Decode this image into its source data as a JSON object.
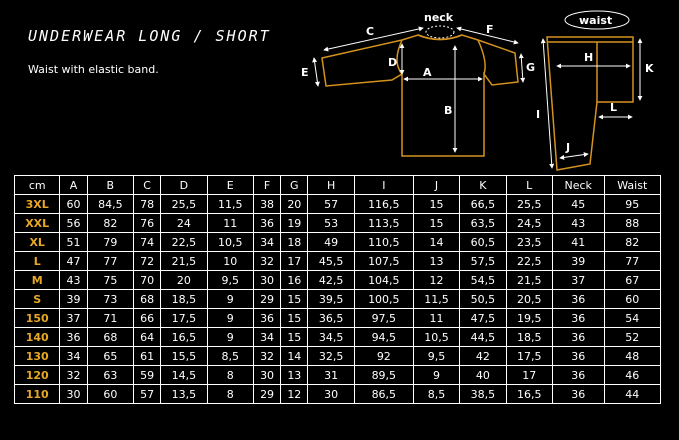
{
  "title": "UNDERWEAR LONG / SHORT",
  "subtitle": "Waist with elastic band.",
  "diagram": {
    "labels": {
      "neck": "neck",
      "waist": "waist",
      "A": "A",
      "B": "B",
      "C": "C",
      "D": "D",
      "E": "E",
      "F": "F",
      "G": "G",
      "H": "H",
      "I": "I",
      "J": "J",
      "K": "K",
      "L": "L"
    },
    "colors": {
      "garment": "#d4921e",
      "measure": "#ffffff"
    }
  },
  "table": {
    "headers": [
      "cm",
      "A",
      "B",
      "C",
      "D",
      "E",
      "F",
      "G",
      "H",
      "I",
      "J",
      "K",
      "L",
      "Neck",
      "Waist"
    ],
    "rows": [
      [
        "3XL",
        "60",
        "84,5",
        "78",
        "25,5",
        "11,5",
        "38",
        "20",
        "57",
        "116,5",
        "15",
        "66,5",
        "25,5",
        "45",
        "95"
      ],
      [
        "XXL",
        "56",
        "82",
        "76",
        "24",
        "11",
        "36",
        "19",
        "53",
        "113,5",
        "15",
        "63,5",
        "24,5",
        "43",
        "88"
      ],
      [
        "XL",
        "51",
        "79",
        "74",
        "22,5",
        "10,5",
        "34",
        "18",
        "49",
        "110,5",
        "14",
        "60,5",
        "23,5",
        "41",
        "82"
      ],
      [
        "L",
        "47",
        "77",
        "72",
        "21,5",
        "10",
        "32",
        "17",
        "45,5",
        "107,5",
        "13",
        "57,5",
        "22,5",
        "39",
        "77"
      ],
      [
        "M",
        "43",
        "75",
        "70",
        "20",
        "9,5",
        "30",
        "16",
        "42,5",
        "104,5",
        "12",
        "54,5",
        "21,5",
        "37",
        "67"
      ],
      [
        "S",
        "39",
        "73",
        "68",
        "18,5",
        "9",
        "29",
        "15",
        "39,5",
        "100,5",
        "11,5",
        "50,5",
        "20,5",
        "36",
        "60"
      ],
      [
        "150",
        "37",
        "71",
        "66",
        "17,5",
        "9",
        "36",
        "15",
        "36,5",
        "97,5",
        "11",
        "47,5",
        "19,5",
        "36",
        "54"
      ],
      [
        "140",
        "36",
        "68",
        "64",
        "16,5",
        "9",
        "34",
        "15",
        "34,5",
        "94,5",
        "10,5",
        "44,5",
        "18,5",
        "36",
        "52"
      ],
      [
        "130",
        "34",
        "65",
        "61",
        "15,5",
        "8,5",
        "32",
        "14",
        "32,5",
        "92",
        "9,5",
        "42",
        "17,5",
        "36",
        "48"
      ],
      [
        "120",
        "32",
        "63",
        "59",
        "14,5",
        "8",
        "30",
        "13",
        "31",
        "89,5",
        "9",
        "40",
        "17",
        "36",
        "46"
      ],
      [
        "110",
        "30",
        "60",
        "57",
        "13,5",
        "8",
        "29",
        "12",
        "30",
        "86,5",
        "8,5",
        "38,5",
        "16,5",
        "36",
        "44"
      ]
    ]
  }
}
